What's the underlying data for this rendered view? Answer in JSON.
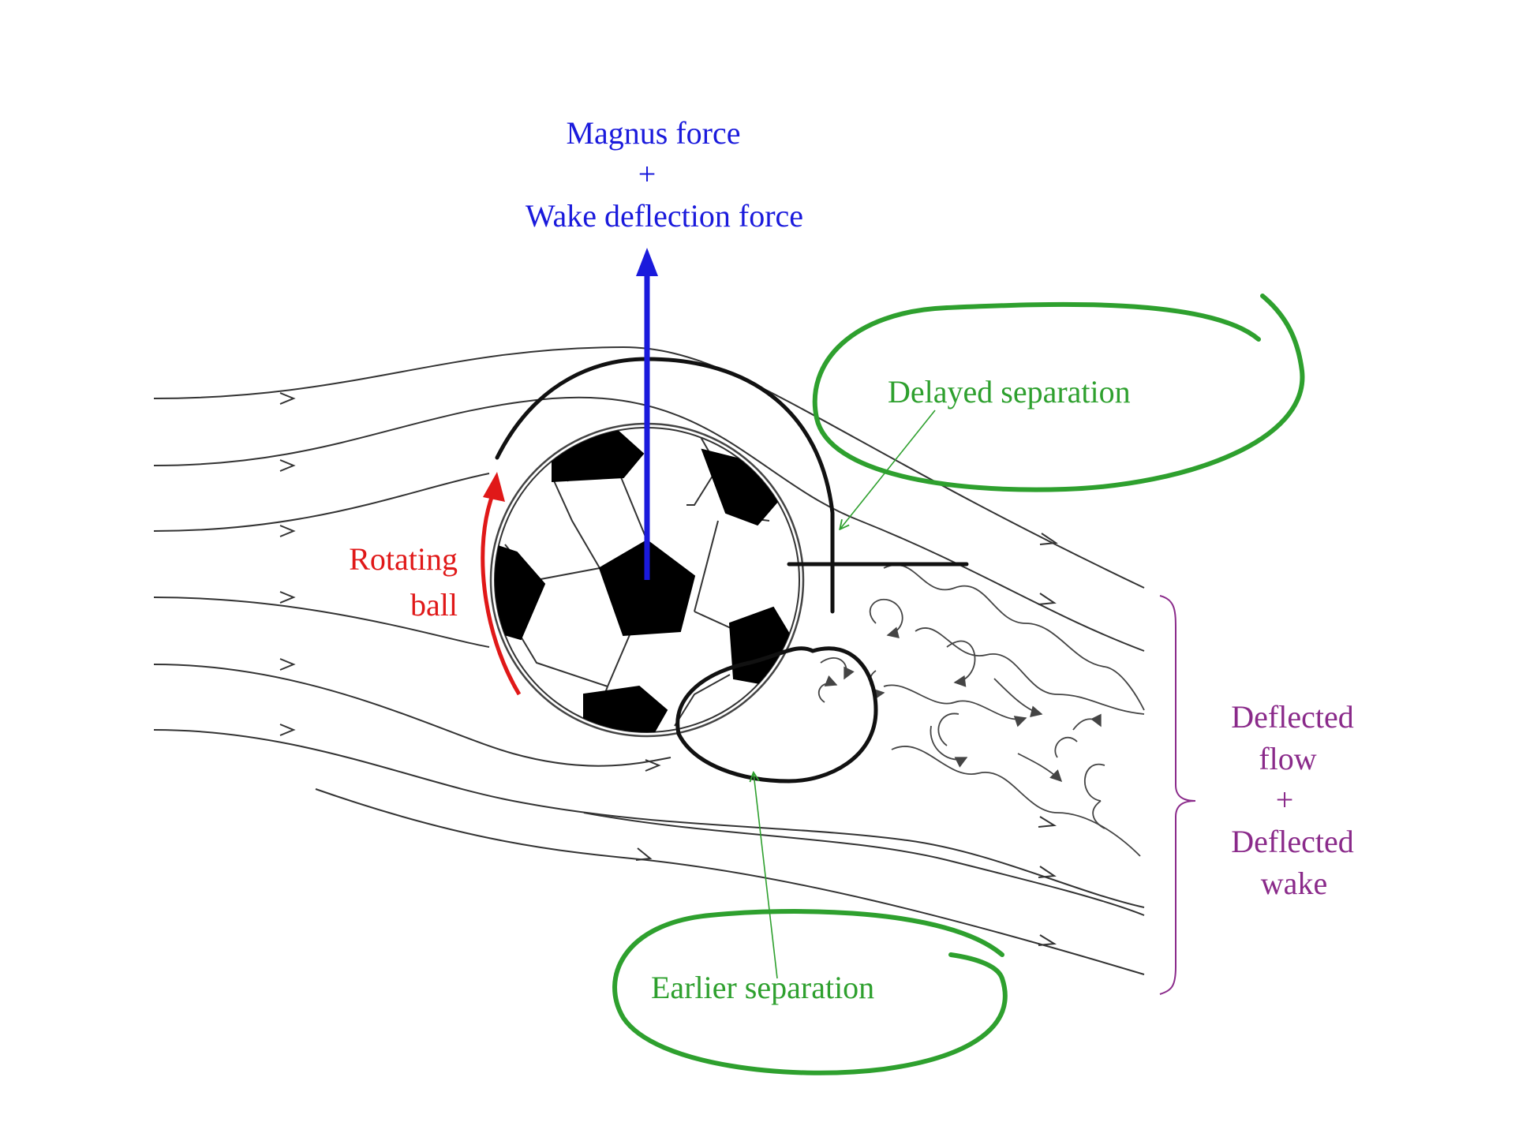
{
  "labels": {
    "force_line1": "Magnus force",
    "force_plus": "+",
    "force_line2": "Wake deflection force",
    "rotating_line1": "Rotating",
    "rotating_line2": "ball",
    "delayed": "Delayed separation",
    "earlier": "Earlier separation",
    "deflected_line1": "Deflected",
    "deflected_line2": "flow",
    "deflected_plus": "+",
    "deflected_line3": "Deflected",
    "deflected_line4": "wake"
  },
  "colors": {
    "force": "#1a1adc",
    "rotation": "#e01818",
    "separation": "#2ea02e",
    "wake": "#8a2a8a",
    "streamline": "#333333",
    "annotation": "#111111"
  },
  "icons": {
    "ball": "soccer-ball-icon",
    "force_arrow": "up-arrow-icon",
    "rotation_arrow": "curved-arrow-icon"
  }
}
